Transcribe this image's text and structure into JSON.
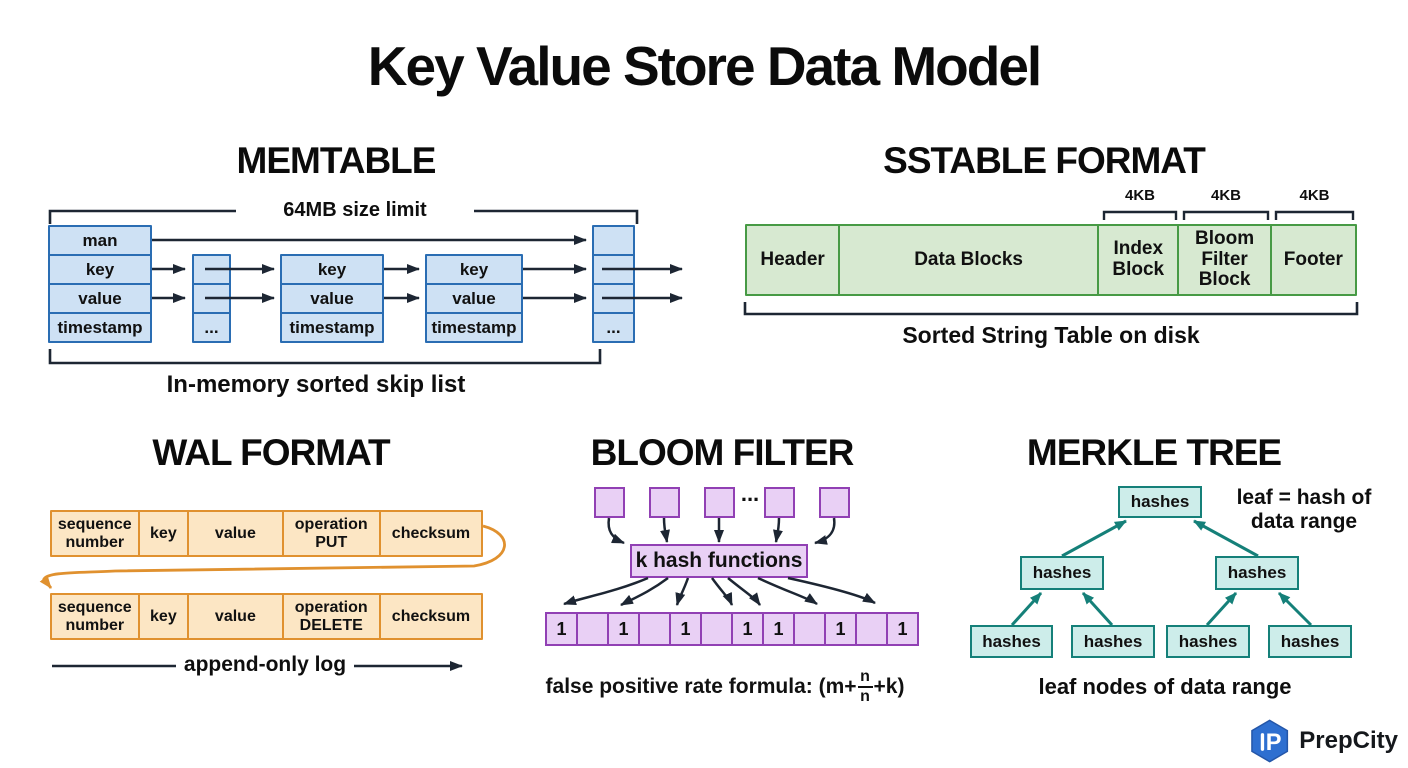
{
  "title": "Key Value Store Data Model",
  "memtable": {
    "heading": "MEMTABLE",
    "size_label": "64MB size limit",
    "caption": "In-memory sorted skip list",
    "node1": [
      "man",
      "key",
      "value",
      "timestamp"
    ],
    "node2": [
      "",
      "",
      "..."
    ],
    "node3": [
      "key",
      "value",
      "timestamp"
    ],
    "node4": [
      "key",
      "value",
      "timestamp"
    ],
    "node5": [
      "",
      "",
      "",
      "..."
    ]
  },
  "sstable": {
    "heading": "SSTABLE FORMAT",
    "size_labels": [
      "4KB",
      "4KB",
      "4KB"
    ],
    "blocks": [
      "Header",
      "Data Blocks",
      "Index Block",
      "Bloom Filter Block",
      "Footer"
    ],
    "caption": "Sorted String Table on disk"
  },
  "wal": {
    "heading": "WAL FORMAT",
    "row1": [
      "sequence number",
      "key",
      "value",
      "operation PUT",
      "checksum"
    ],
    "row2": [
      "sequence number",
      "key",
      "value",
      "operation DELETE",
      "checksum"
    ],
    "caption": "append-only log"
  },
  "bloom": {
    "heading": "BLOOM FILTER",
    "ellipsis": "...",
    "hash_label": "k hash functions",
    "bits": [
      "1",
      "",
      "1",
      "",
      "1",
      "",
      "1",
      "1",
      "",
      "1",
      "",
      "1"
    ],
    "formula": {
      "prefix": "false positive rate formula: (m+",
      "numerator": "n",
      "denominator": "n",
      "suffix": "+k)"
    }
  },
  "merkle": {
    "heading": "MERKLE TREE",
    "node_label": "hashes",
    "annotation": [
      "leaf = hash of",
      "data range"
    ],
    "caption": "leaf nodes of data range"
  },
  "logo": {
    "monogram": "P",
    "text": "PrepCity"
  },
  "colors": {
    "memtable_fill": "#cee1f4",
    "memtable_border": "#2a6db3",
    "sstable_fill": "#d7e9d1",
    "sstable_border": "#479a45",
    "wal_fill": "#fce6c4",
    "wal_border": "#e0912f",
    "bloom_fill": "#e9d0f5",
    "bloom_border": "#9140b4",
    "merkle_fill": "#cdedea",
    "merkle_border": "#158079",
    "arrow_dark": "#1d2633",
    "logo_blue": "#2e6fd0"
  }
}
